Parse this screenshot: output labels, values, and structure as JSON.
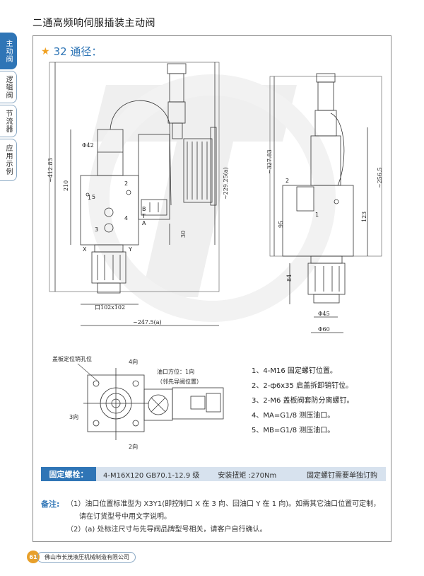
{
  "page": {
    "title": "二通高频响伺服插装主动阀",
    "side_tabs": [
      "主动阀",
      "逻辑阀",
      "节流器",
      "应用示例"
    ]
  },
  "section": {
    "heading": "32 通径："
  },
  "front_view": {
    "dims": {
      "overall_height": "~412.83",
      "h210": "210",
      "h229": "~229.25(a)",
      "dia42": "Φ42",
      "h30": "30",
      "square": "口102x102",
      "width": "~247.5(a)"
    },
    "labels": {
      "p1": "1",
      "p2": "2",
      "p3": "3",
      "p4": "4",
      "p5": "5",
      "x": "X",
      "y": "Y",
      "b": "B",
      "t": "T",
      "a": "A"
    }
  },
  "side_view": {
    "dims": {
      "overall_height": "~327.83",
      "h256": "~256.5",
      "h95": "95",
      "h123": "123",
      "h84": "84",
      "dia45": "Φ45",
      "dia60": "Φ60"
    },
    "labels": {
      "p1": "1",
      "p2": "2"
    }
  },
  "top_view": {
    "labels": {
      "pin_hole": "盖板定位销孔位",
      "dir4": "4向",
      "dir3": "3向",
      "dir2": "2向",
      "port_dir": "油口方位：1向",
      "port_dir_note": "（邻先导阀位置）"
    }
  },
  "notes": [
    "1、4-M16 固定螺钉位置。",
    "2、2-ф6x35 启盖拆卸销钉位。",
    "3、2-M6 盖板阀套防分离螺钉。",
    "4、MA=G1/8 测压油口。",
    "5、MB=G1/8 测压油口。"
  ],
  "spec": {
    "label": "固定螺栓：",
    "value": "4-M16X120  GB70.1-12.9 级",
    "torque": "安装扭矩 :270Nm",
    "order_note": "固定螺钉需要单独订购"
  },
  "remarks": {
    "label": "备注:",
    "line1": "（1）油口位置标准型为 X3Y1(即控制口 X 在 3 向、回油口 Y 在 1 向)。如需其它油口位置可定制，",
    "line1b": "请在订货型号中用文字说明。",
    "line2": "（2）(a) 处标注尺寸与先导阀品牌型号相关，请客户自行确认。"
  },
  "footer": {
    "page_number": "61",
    "company": "佛山市长茂液压机械制造有限公司"
  },
  "colors": {
    "accent": "#2f75b6",
    "star": "#f0a020",
    "spec_bg": "#d7e2ee",
    "page_badge": "#e8a02a"
  }
}
